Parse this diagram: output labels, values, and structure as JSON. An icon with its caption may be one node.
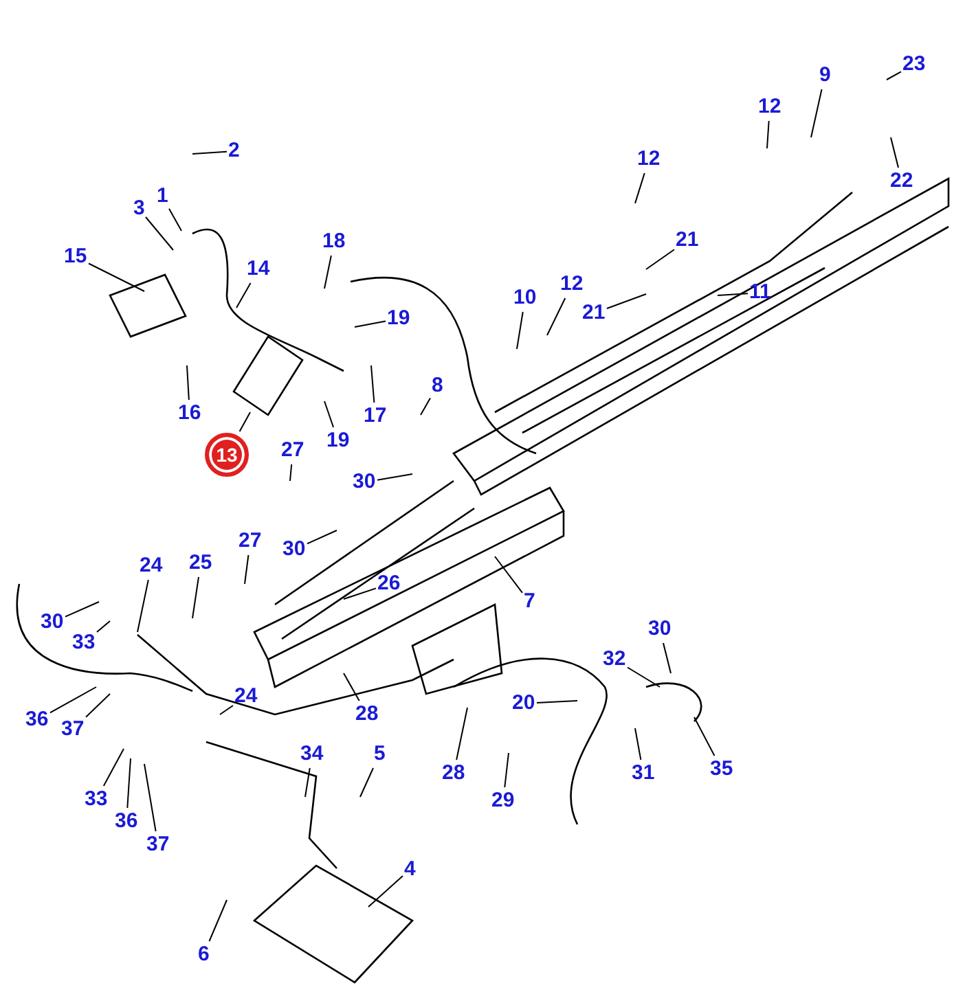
{
  "diagram": {
    "nodes": [
      {
        "text": [
          "2"
        ]
      },
      {
        "text": [
          "23"
        ]
      },
      {
        "text": [
          "9"
        ]
      },
      {
        "text": [
          "12"
        ]
      },
      {
        "text": [
          "22"
        ]
      },
      {
        "text": [
          "1"
        ]
      },
      {
        "text": [
          "3"
        ]
      },
      {
        "text": [
          "12"
        ]
      },
      {
        "text": [
          "15"
        ]
      },
      {
        "text": [
          "14"
        ]
      },
      {
        "text": [
          "18"
        ]
      },
      {
        "text": [
          "21"
        ]
      },
      {
        "text": [
          "11"
        ]
      },
      {
        "text": [
          "12"
        ]
      },
      {
        "text": [
          "10"
        ]
      },
      {
        "text": [
          "21"
        ]
      },
      {
        "text": [
          "19"
        ]
      },
      {
        "text": [
          "16"
        ]
      },
      {
        "text": [
          "17"
        ]
      },
      {
        "text": [
          "8"
        ]
      },
      {
        "text": [
          "19"
        ]
      },
      {
        "text": [
          "13"
        ]
      },
      {
        "text": [
          "27"
        ]
      },
      {
        "text": [
          "30"
        ]
      },
      {
        "text": [
          "30"
        ]
      },
      {
        "text": [
          "27"
        ]
      },
      {
        "text": [
          "25"
        ]
      },
      {
        "text": [
          "24"
        ]
      },
      {
        "text": [
          "26"
        ]
      },
      {
        "text": [
          "7"
        ]
      },
      {
        "text": [
          "30"
        ]
      },
      {
        "text": [
          "33"
        ]
      },
      {
        "text": [
          "30"
        ]
      },
      {
        "text": [
          "32"
        ]
      },
      {
        "text": [
          "24"
        ]
      },
      {
        "text": [
          "20"
        ]
      },
      {
        "text": [
          "36"
        ]
      },
      {
        "text": [
          "37"
        ]
      },
      {
        "text": [
          "28"
        ]
      },
      {
        "text": [
          "35"
        ]
      },
      {
        "text": [
          "31"
        ]
      },
      {
        "text": [
          "28"
        ]
      },
      {
        "text": [
          "29"
        ]
      },
      {
        "text": [
          "34"
        ]
      },
      {
        "text": [
          "5"
        ]
      },
      {
        "text": [
          "33"
        ]
      },
      {
        "text": [
          "36"
        ]
      },
      {
        "text": [
          "37"
        ]
      },
      {
        "text": [
          "4"
        ]
      },
      {
        "text": [
          "6"
        ]
      }
    ],
    "edges": [
      {
        "from": 0,
        "to": null,
        "arrow": "none"
      },
      {
        "from": 1,
        "to": null,
        "arrow": "none"
      },
      {
        "from": 2,
        "to": null,
        "arrow": "none"
      },
      {
        "from": 3,
        "to": null,
        "arrow": "none"
      },
      {
        "from": 4,
        "to": null,
        "arrow": "none"
      },
      {
        "from": 5,
        "to": null,
        "arrow": "none"
      },
      {
        "from": 6,
        "to": null,
        "arrow": "none"
      },
      {
        "from": 7,
        "to": null,
        "arrow": "none"
      },
      {
        "from": 8,
        "to": null,
        "arrow": "none"
      },
      {
        "from": 9,
        "to": null,
        "arrow": "none"
      },
      {
        "from": 10,
        "to": null,
        "arrow": "none"
      },
      {
        "from": 11,
        "to": null,
        "arrow": "none"
      },
      {
        "from": 12,
        "to": null,
        "arrow": "none"
      },
      {
        "from": 13,
        "to": null,
        "arrow": "none"
      },
      {
        "from": 14,
        "to": null,
        "arrow": "none"
      },
      {
        "from": 15,
        "to": null,
        "arrow": "none"
      },
      {
        "from": 16,
        "to": null,
        "arrow": "none"
      },
      {
        "from": 17,
        "to": null,
        "arrow": "none"
      },
      {
        "from": 18,
        "to": null,
        "arrow": "none"
      },
      {
        "from": 19,
        "to": null,
        "arrow": "none"
      },
      {
        "from": 20,
        "to": null,
        "arrow": "none"
      },
      {
        "from": 21,
        "to": null,
        "arrow": "none"
      },
      {
        "from": 22,
        "to": null,
        "arrow": "none"
      },
      {
        "from": 23,
        "to": null,
        "arrow": "none"
      },
      {
        "from": 24,
        "to": null,
        "arrow": "none"
      },
      {
        "from": 25,
        "to": null,
        "arrow": "none"
      },
      {
        "from": 26,
        "to": null,
        "arrow": "none"
      },
      {
        "from": 27,
        "to": null,
        "arrow": "none"
      },
      {
        "from": 28,
        "to": null,
        "arrow": "none"
      },
      {
        "from": 29,
        "to": null,
        "arrow": "none"
      },
      {
        "from": 30,
        "to": null,
        "arrow": "none"
      },
      {
        "from": 31,
        "to": null,
        "arrow": "none"
      },
      {
        "from": 32,
        "to": null,
        "arrow": "none"
      },
      {
        "from": 33,
        "to": null,
        "arrow": "none"
      },
      {
        "from": 34,
        "to": null,
        "arrow": "none"
      },
      {
        "from": 35,
        "to": null,
        "arrow": "none"
      },
      {
        "from": 36,
        "to": null,
        "arrow": "none"
      },
      {
        "from": 37,
        "to": null,
        "arrow": "none"
      },
      {
        "from": 38,
        "to": null,
        "arrow": "none"
      },
      {
        "from": 39,
        "to": null,
        "arrow": "none"
      },
      {
        "from": 40,
        "to": null,
        "arrow": "none"
      },
      {
        "from": 41,
        "to": null,
        "arrow": "none"
      },
      {
        "from": 42,
        "to": null,
        "arrow": "none"
      },
      {
        "from": 43,
        "to": null,
        "arrow": "none"
      },
      {
        "from": 44,
        "to": null,
        "arrow": "none"
      },
      {
        "from": 45,
        "to": null,
        "arrow": "none"
      },
      {
        "from": 46,
        "to": null,
        "arrow": "none"
      },
      {
        "from": 47,
        "to": null,
        "arrow": "none"
      },
      {
        "from": 48,
        "to": null,
        "arrow": "none"
      },
      {
        "from": 49,
        "to": null,
        "arrow": "none"
      }
    ]
  }
}
